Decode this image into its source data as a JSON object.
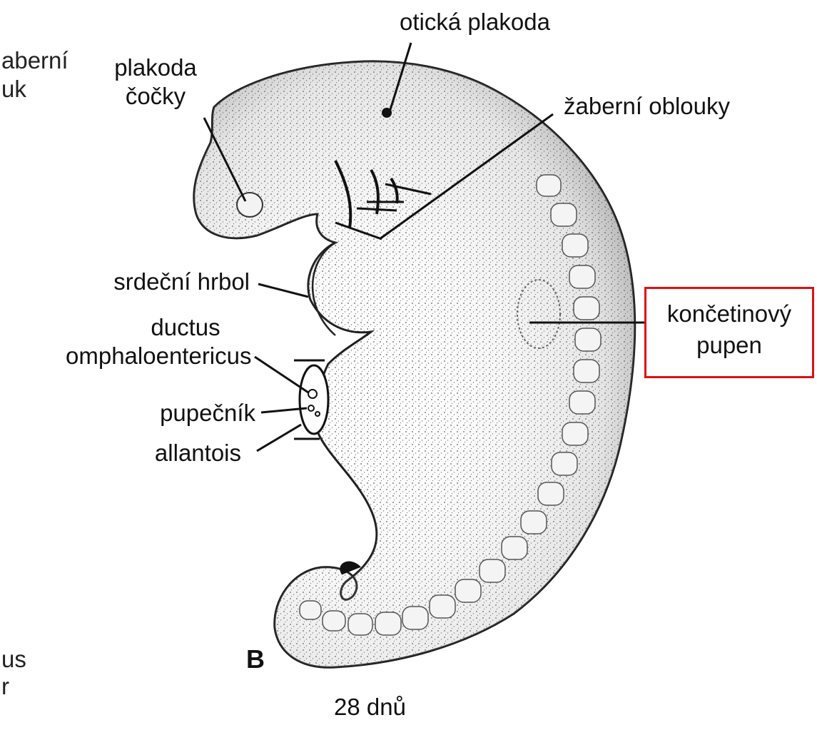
{
  "labels": {
    "oticka_plakoda": "otická plakoda",
    "plakoda_cocky_1": "plakoda",
    "plakoda_cocky_2": "čočky",
    "zaberni_oblouky": "žaberní oblouky",
    "cropped_top_1": "aberní",
    "cropped_top_2": "uk",
    "srdecni_hrbol": "srdeční hrbol",
    "ductus_1": "ductus",
    "ductus_2": "omphaloentericus",
    "pupecnik": "pupečník",
    "allantois": "allantois",
    "koncetinovy_1": "končetinový",
    "koncetinovy_2": "pupen",
    "panel_letter": "B",
    "age": "28 dnů",
    "cropped_bottom_1": "us",
    "cropped_bottom_2": "r"
  },
  "colors": {
    "highlight": "#e01010",
    "ink": "#111111",
    "paper": "#ffffff"
  }
}
